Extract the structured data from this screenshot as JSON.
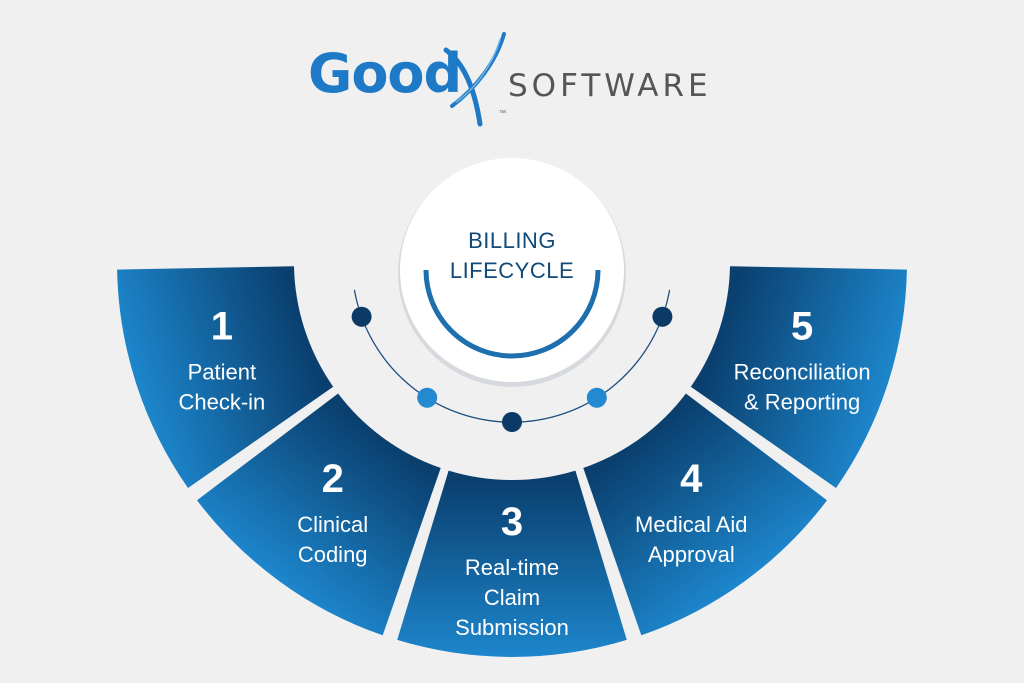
{
  "brand": {
    "name_primary": "Good",
    "name_secondary": "SOFTWARE",
    "trademark": "™",
    "primary_color": "#1e7ac6",
    "secondary_color": "#555555"
  },
  "center": {
    "lines": [
      "BILLING",
      "LIFECYCLE"
    ]
  },
  "steps": [
    {
      "number": "1",
      "lines": [
        "Patient",
        "Check-in"
      ]
    },
    {
      "number": "2",
      "lines": [
        "Clinical",
        "Coding"
      ]
    },
    {
      "number": "3",
      "lines": [
        "Real-time",
        "Claim",
        "Submission"
      ]
    },
    {
      "number": "4",
      "lines": [
        "Medical Aid",
        "Approval"
      ]
    },
    {
      "number": "5",
      "lines": [
        "Reconciliation",
        "& Reporting"
      ]
    }
  ],
  "colors": {
    "background": "#f0f0f0",
    "segment_light": "#1d86cc",
    "segment_dark": "#0a3f6e",
    "center_text": "#114a78",
    "dot_dark": "#0c3a66",
    "dot_light": "#2389d0"
  }
}
